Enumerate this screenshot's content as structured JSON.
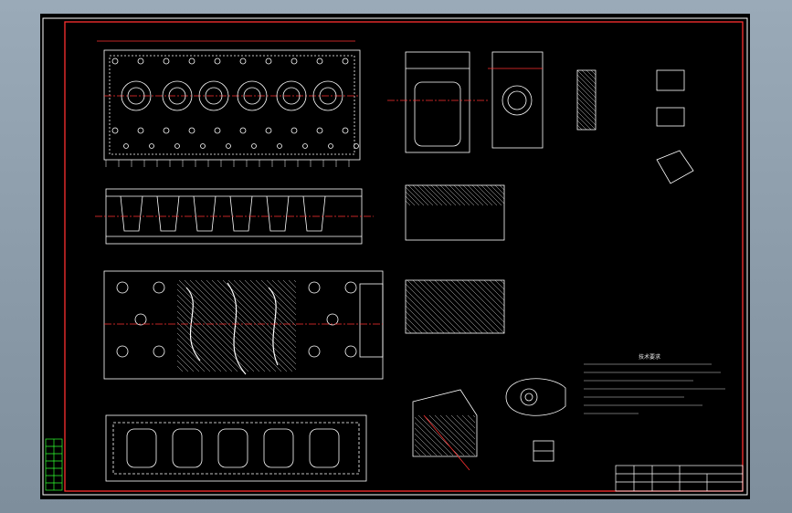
{
  "sheet": {
    "background": "#000000",
    "frame_color": "#ff3030",
    "line_color": "#ffffff",
    "accent_color": "#ff3030",
    "hatch_color": "#ffffff",
    "leader_color": "#30ff30"
  },
  "views": [
    {
      "name": "top-plan-view"
    },
    {
      "name": "front-elevation-view"
    },
    {
      "name": "section-plan-view"
    },
    {
      "name": "bottom-view"
    },
    {
      "name": "end-section-a"
    },
    {
      "name": "end-section-b"
    },
    {
      "name": "detail-c"
    },
    {
      "name": "detail-d"
    },
    {
      "name": "section-e"
    },
    {
      "name": "section-f"
    },
    {
      "name": "section-g"
    },
    {
      "name": "round-detail-h"
    },
    {
      "name": "small-detail-k"
    }
  ],
  "notes": {
    "heading": "技术要求",
    "lines": [
      "",
      "",
      "",
      "",
      "",
      "",
      ""
    ]
  }
}
